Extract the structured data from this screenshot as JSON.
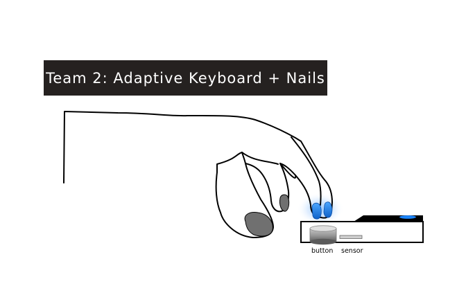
{
  "title": "Team 2: Adaptive Keyboard + Nails",
  "labels": {
    "button": "button",
    "sensor": "sensor"
  },
  "colors": {
    "banner_background": "#252120",
    "banner_text": "#ffffff",
    "nail_gray": "#707070",
    "nail_blue": "#1f7ee0",
    "glow_blue": "#8cc4ff",
    "device_top": "#000000",
    "device_indicator": "#1c86ff"
  }
}
